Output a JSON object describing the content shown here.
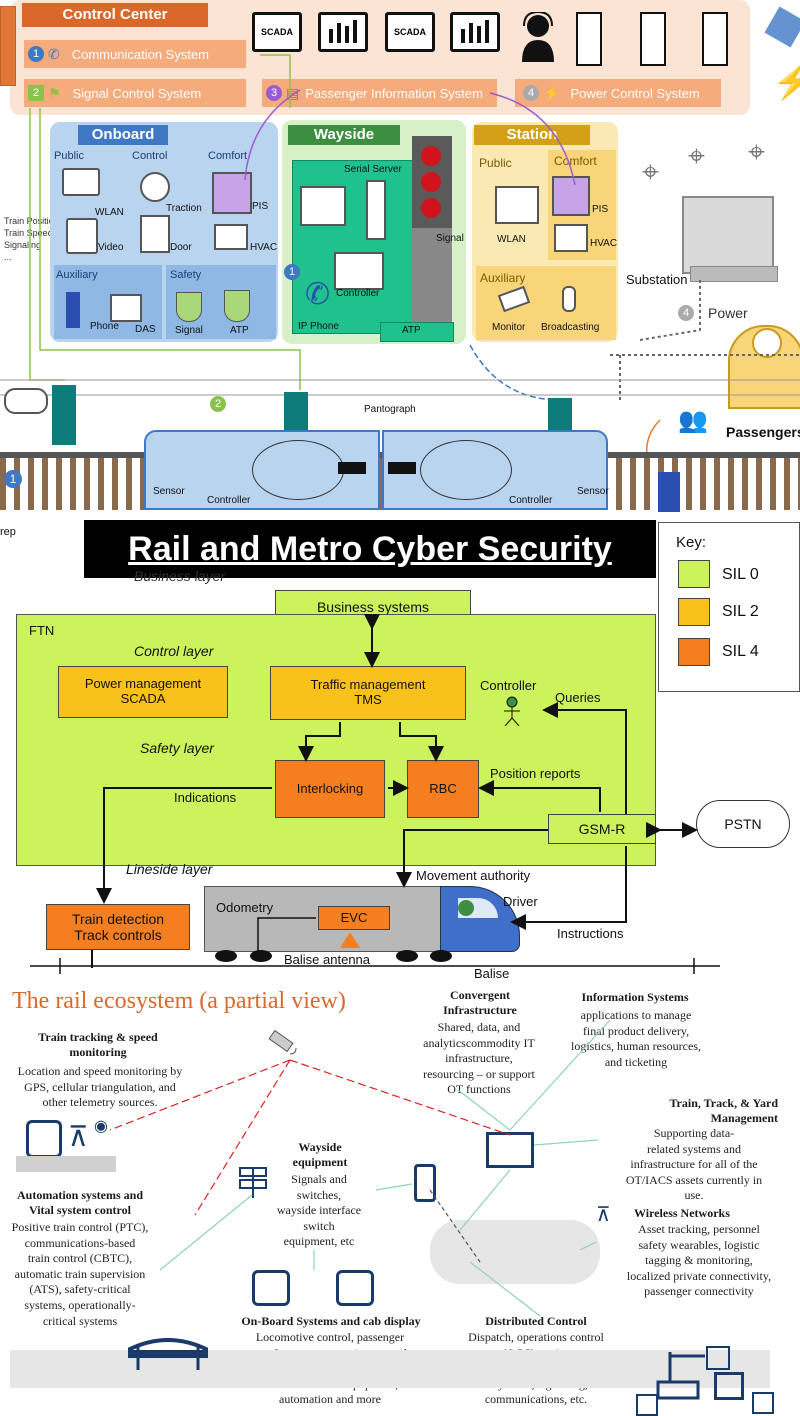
{
  "top": {
    "control_center": "Control Center",
    "systems": [
      {
        "num": "1",
        "label": "Communication System"
      },
      {
        "num": "2",
        "label": "Signal Control System"
      },
      {
        "num": "3",
        "label": "Passenger Information System"
      },
      {
        "num": "4",
        "label": "Power Control System"
      }
    ],
    "scada_labels": [
      "SCADA",
      "SCADA"
    ],
    "onboard": {
      "title": "Onboard",
      "public": "Public",
      "control": "Control",
      "comfort": "Comfort",
      "auxiliary": "Auxiliary",
      "safety": "Safety",
      "items": [
        "WLAN",
        "Video",
        "Traction",
        "Door",
        "PIS",
        "HVAC",
        "Phone",
        "DAS",
        "Signal",
        "ATP"
      ]
    },
    "wayside": {
      "title": "Wayside",
      "items": [
        "Serial Server",
        "Signal",
        "Controller",
        "IP Phone",
        "ATP"
      ],
      "num": "1"
    },
    "station": {
      "title": "Station",
      "public": "Public",
      "comfort": "Comfort",
      "auxiliary": "Auxiliary",
      "items": [
        "WLAN",
        "PIS",
        "HVAC",
        "Monitor",
        "Broadcasting"
      ]
    },
    "train_info": [
      "Train Position",
      "Train Speed",
      "Signaling",
      "..."
    ],
    "substation": "Substation",
    "power_num": "4",
    "power": "Power",
    "passengers": "Passengers",
    "pantograph": "Pantograph",
    "num2": "2",
    "num1": "1",
    "sensor": "Sensor",
    "controller": "Controller",
    "rep": "rep"
  },
  "banner": "Rail and Metro Cyber Security",
  "sil": {
    "business_layer": "Business layer",
    "business_systems": "Business systems",
    "ftn": "FTN",
    "control_layer": "Control layer",
    "power_mgmt": "Power management\nSCADA",
    "traffic_mgmt": "Traffic management\nTMS",
    "controller": "Controller",
    "queries": "Queries",
    "safety_layer": "Safety layer",
    "indications": "Indications",
    "interlocking": "Interlocking",
    "rbc": "RBC",
    "position_reports": "Position reports",
    "gsmr": "GSM-R",
    "pstn": "PSTN",
    "lineside_layer": "Lineside layer",
    "movement_authority": "Movement authority",
    "train_detection": "Train detection\nTrack controls",
    "odometry": "Odometry",
    "evc": "EVC",
    "driver": "Driver",
    "instructions": "Instructions",
    "balise_antenna": "Balise antenna",
    "balise": "Balise",
    "key": "Key:",
    "key_items": [
      {
        "label": "SIL 0",
        "color": "#ccf25c"
      },
      {
        "label": "SIL 2",
        "color": "#f9c21a"
      },
      {
        "label": "SIL 4",
        "color": "#f57f20"
      }
    ]
  },
  "eco": {
    "title": "The rail ecosystem (a partial view)",
    "train_tracking": {
      "title": "Train tracking & speed\nmonitoring",
      "text": "Location and speed monitoring by\nGPS, cellular triangulation, and\nother telemetry sources."
    },
    "convergent": {
      "title": "Convergent\nInfrastructure",
      "text": "Shared, data, and\nanalyticscommodity IT\ninfrastructure,\nresourcing – or support\nOT functions"
    },
    "info_systems": {
      "title": "Information Systems",
      "text": "applications to manage\nfinal product delivery,\nlogistics, human resources,\nand ticketing"
    },
    "ttym": {
      "title": "Train, Track, & Yard\nManagement",
      "text": "Supporting data-\nrelated systems and\ninfrastructure for all of the\nOT/IACS assets currently in\nuse."
    },
    "wayside": {
      "title": "Wayside\nequipment",
      "text": "Signals and\nswitches,\nwayside interface\nswitch\nequipment, etc"
    },
    "automation": {
      "title": "Automation systems and\nVital system control",
      "text": "Positive train control (PTC),\ncommunications-based\ntrain control (CBTC),\nautomatic train supervision\n(ATS), safety-critical\nsystems, operationally-\ncritical systems"
    },
    "wireless": {
      "title": "Wireless Networks",
      "text": "Asset tracking, personnel\nsafety wearables, logistic\ntagging & monitoring,\nlocalized private connectivity,\npassenger connectivity"
    },
    "onboard": {
      "title": "On-Board Systems and cab display",
      "text": "Locomotive control, passenger\ncomfort systems, environmental\ncontrol, industrial control systems,\ncommunications equipment,\nautomation and more"
    },
    "distributed": {
      "title": "Distributed Control",
      "text": "Dispatch, operations control\ncentre (OCC), maintenance\nyards, communications and\ncontrol systems, signalling, radio\ncommunications, etc."
    }
  },
  "colors": {
    "orange": "#e0783a",
    "peach": "#fbe4d4",
    "onboard_bg": "#b9d4ef",
    "wayside_bg": "#d7f0c8",
    "station_bg": "#fbe9b3",
    "header_blue": "#3f78c4",
    "header_green": "#3e8e41",
    "header_gold": "#d4a017",
    "signal_green": "#1fc18c"
  }
}
